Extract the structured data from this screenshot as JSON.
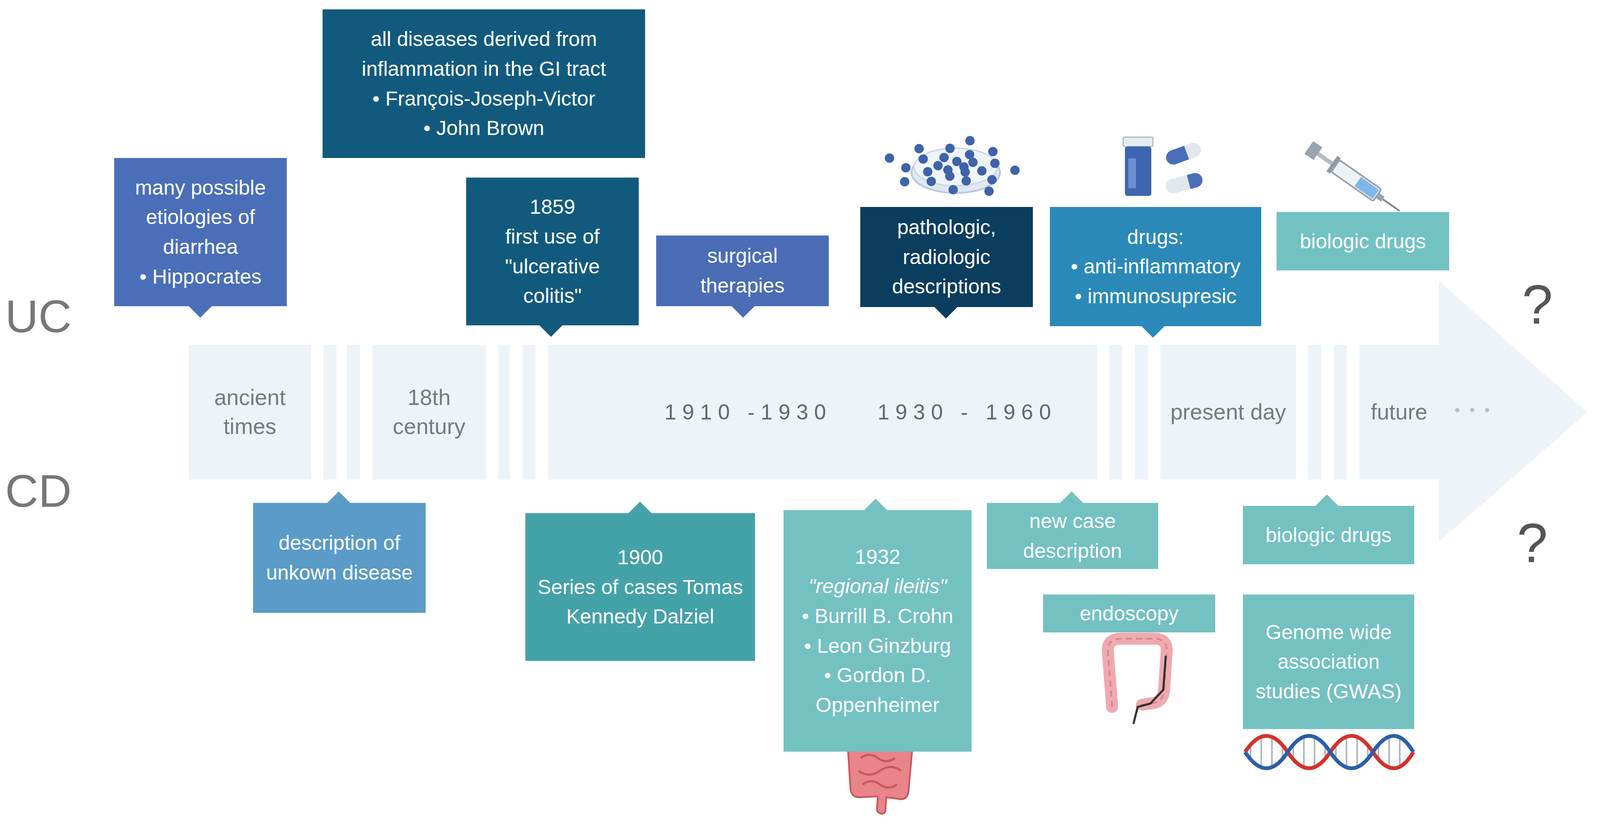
{
  "diagram": {
    "nodes": [
      {
        "text": [
          "many possible etiologies of diarrhea",
          "• Hippocrates"
        ]
      },
      {
        "text": [
          "all diseases derived from inflammation in the GI tract",
          "• François-Joseph-Victor",
          "• John Brown"
        ]
      },
      {
        "text": [
          "1859",
          "first use of \"ulcerative colitis\""
        ]
      },
      {
        "text": [
          "surgical therapies"
        ]
      },
      {
        "text": [
          "pathologic, radiologic descriptions"
        ]
      },
      {
        "text": [
          "drugs:",
          "• anti-inflammatory",
          "• immunosupresic"
        ]
      },
      {
        "text": [
          "biologic drugs"
        ]
      },
      {
        "text": [
          "ancient times"
        ]
      },
      {
        "text": [
          "18th century"
        ]
      },
      {
        "text": [
          "1910 -1930",
          "1930 - 1960"
        ]
      },
      {
        "text": [
          "present day"
        ]
      },
      {
        "text": [
          "future"
        ]
      },
      {
        "text": [
          "description of unkown disease"
        ]
      },
      {
        "text": [
          "1900",
          "Series of cases Tomas Kennedy Dalziel"
        ]
      },
      {
        "text": [
          "1932",
          "\"regional ileitis\"",
          "• Burrill B. Crohn",
          "• Leon Ginzburg",
          "• Gordon D. Oppenheimer"
        ]
      },
      {
        "text": [
          "new case description"
        ]
      },
      {
        "text": [
          "endoscopy"
        ]
      },
      {
        "text": [
          "biologic drugs"
        ]
      },
      {
        "text": [
          "Genome wide association studies (GWAS)"
        ]
      }
    ],
    "labels": [
      "UC",
      "CD",
      "?",
      "?"
    ]
  }
}
